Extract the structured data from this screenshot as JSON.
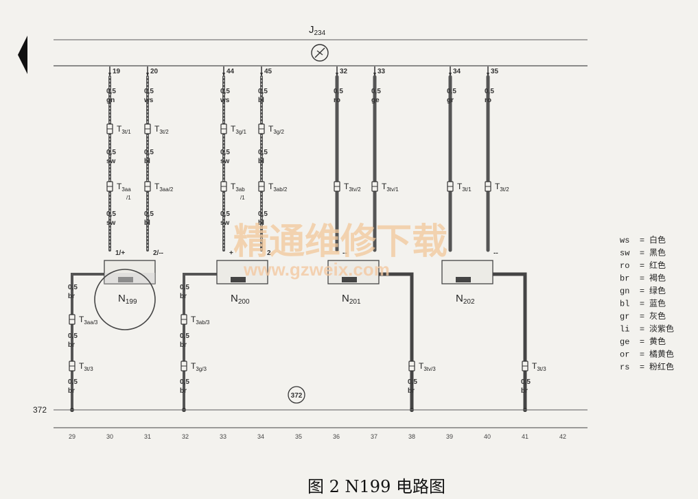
{
  "diagram": {
    "control_unit": {
      "name": "J",
      "sub": "234"
    },
    "ground_ref": "372",
    "ground_label": "372",
    "caption": "图 2  N199 电路图",
    "watermark": {
      "text": "精通维修下载",
      "url": "www.gzweix.com"
    },
    "pins_top": [
      {
        "pin": "19",
        "colors": [
          "gn",
          "sw",
          "sw"
        ],
        "conn1": "T3t/1",
        "conn2a": "T3aa",
        "conn2b": "/1",
        "bottom": "1/+"
      },
      {
        "pin": "20",
        "colors": [
          "ws",
          "bl",
          "bl"
        ],
        "conn1": "T3t/2",
        "conn2a": "T3aa/2",
        "conn2b": "",
        "bottom": "2/--"
      },
      {
        "pin": "44",
        "colors": [
          "ws",
          "sw",
          "sw"
        ],
        "conn1": "T3g/1",
        "conn2a": "T3ab",
        "conn2b": "/1",
        "bottom": "+"
      },
      {
        "pin": "45",
        "colors": [
          "bl",
          "bl",
          "bl"
        ],
        "conn1": "T3g/2",
        "conn2a": "T3ab/2",
        "conn2b": "",
        "bottom": "2"
      },
      {
        "pin": "32",
        "colors": [
          "ro"
        ],
        "conn1": "",
        "conn2a": "T3tv/2",
        "conn2b": "",
        "bottom": "--"
      },
      {
        "pin": "33",
        "colors": [
          "ge"
        ],
        "conn1": "",
        "conn2a": "T3tv/1",
        "conn2b": "",
        "bottom": ""
      },
      {
        "pin": "34",
        "colors": [
          "gr"
        ],
        "conn1": "",
        "conn2a": "T3t/1",
        "conn2b": "",
        "bottom": ""
      },
      {
        "pin": "35",
        "colors": [
          "ro"
        ],
        "conn1": "",
        "conn2a": "T3t/2",
        "conn2b": "",
        "bottom": "--"
      }
    ],
    "components": [
      {
        "name": "N",
        "sub": "199"
      },
      {
        "name": "N",
        "sub": "200"
      },
      {
        "name": "N",
        "sub": "201"
      },
      {
        "name": "N",
        "sub": "202"
      }
    ],
    "bottom_wires": [
      {
        "conn1": "T3aa/3",
        "conn2": "T3t/3",
        "color": "br"
      },
      {
        "conn1": "T3ab/3",
        "conn2": "T3g/3",
        "color": "br"
      },
      {
        "conn1": "",
        "conn2": "T3tv/3",
        "color": "br"
      },
      {
        "conn1": "",
        "conn2": "T3t/3",
        "color": "br"
      }
    ],
    "wire_size": "0,5",
    "grid_numbers": [
      "29",
      "30",
      "31",
      "32",
      "33",
      "34",
      "35",
      "36",
      "37",
      "38",
      "39",
      "40",
      "41",
      "42"
    ],
    "legend": [
      {
        "code": "ws",
        "name": "白色"
      },
      {
        "code": "sw",
        "name": "黑色"
      },
      {
        "code": "ro",
        "name": "红色"
      },
      {
        "code": "br",
        "name": "褐色"
      },
      {
        "code": "gn",
        "name": "绿色"
      },
      {
        "code": "bl",
        "name": "蓝色"
      },
      {
        "code": "gr",
        "name": "灰色"
      },
      {
        "code": "li",
        "name": "淡紫色"
      },
      {
        "code": "ge",
        "name": "黄色"
      },
      {
        "code": "or",
        "name": "橘黄色"
      },
      {
        "code": "rs",
        "name": "粉红色"
      }
    ],
    "legend_eq": "="
  }
}
